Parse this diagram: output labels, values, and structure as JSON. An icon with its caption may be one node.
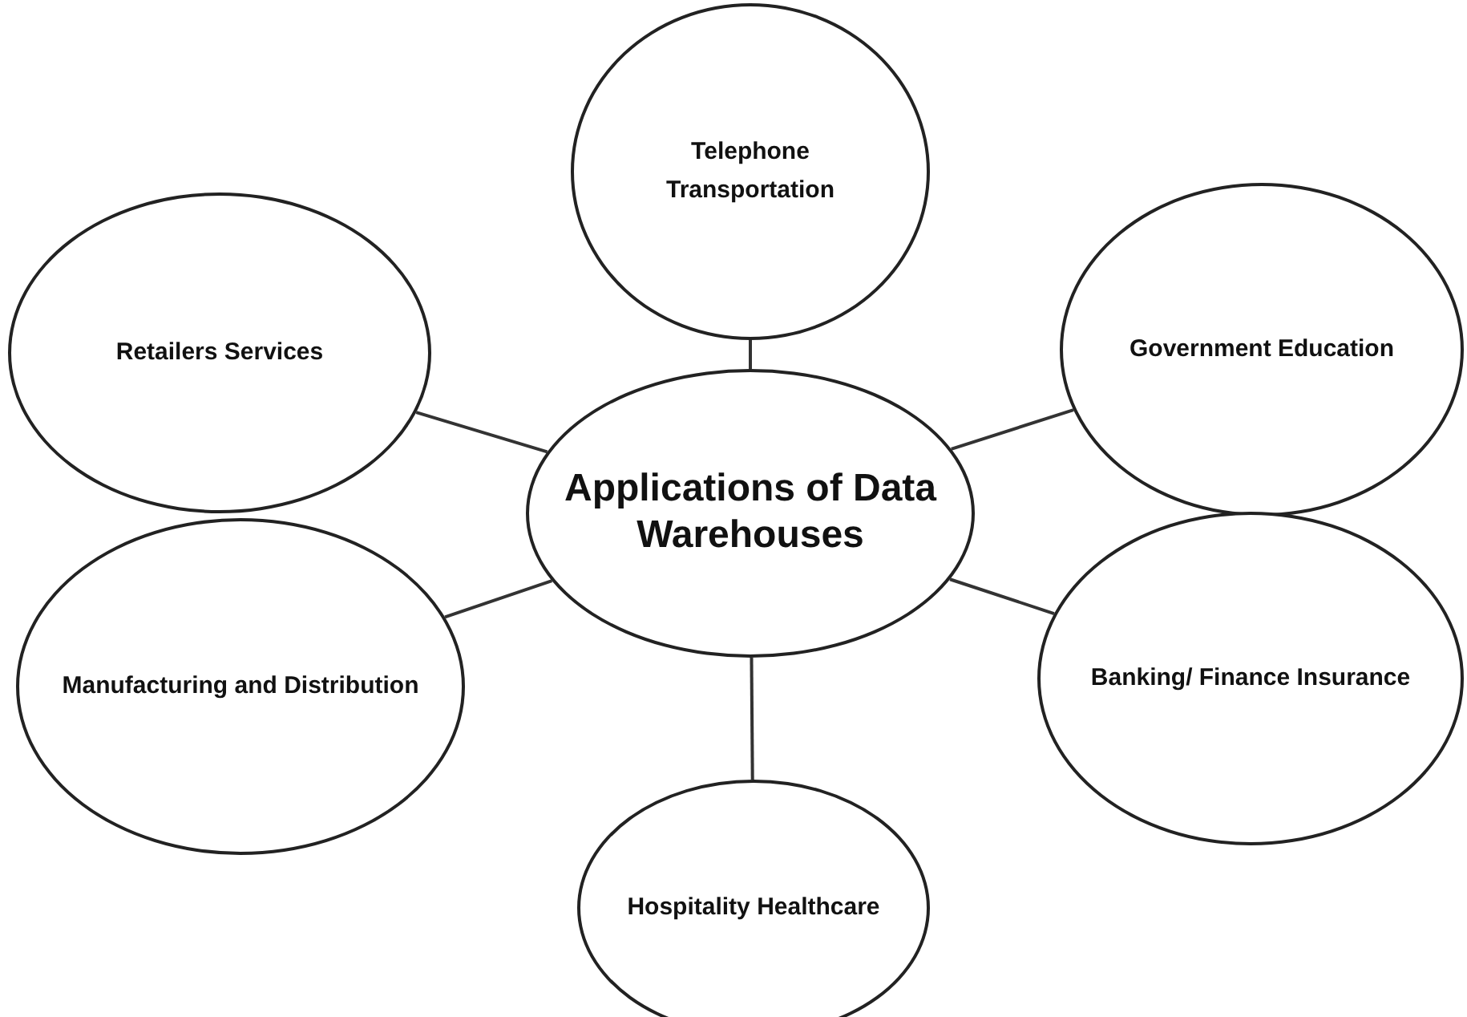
{
  "diagram": {
    "nodes": [
      {
        "text": [
          "Applications of Data Warehouses"
        ]
      },
      {
        "text": [
          "Telephone Transportation"
        ]
      },
      {
        "text": [
          "Retailers Services"
        ]
      },
      {
        "text": [
          "Government Education"
        ]
      },
      {
        "text": [
          "Manufacturing and Distribution"
        ]
      },
      {
        "text": [
          "Banking/ Finance Insurance"
        ]
      },
      {
        "text": [
          "Hospitality Healthcare"
        ]
      }
    ],
    "edges": [
      {
        "from": 1,
        "to": 0,
        "arrow": "none"
      },
      {
        "from": 2,
        "to": 0,
        "arrow": "none"
      },
      {
        "from": 3,
        "to": 0,
        "arrow": "none"
      },
      {
        "from": 4,
        "to": 0,
        "arrow": "none"
      },
      {
        "from": 5,
        "to": 0,
        "arrow": "none"
      },
      {
        "from": 6,
        "to": 0,
        "arrow": "none"
      }
    ]
  }
}
